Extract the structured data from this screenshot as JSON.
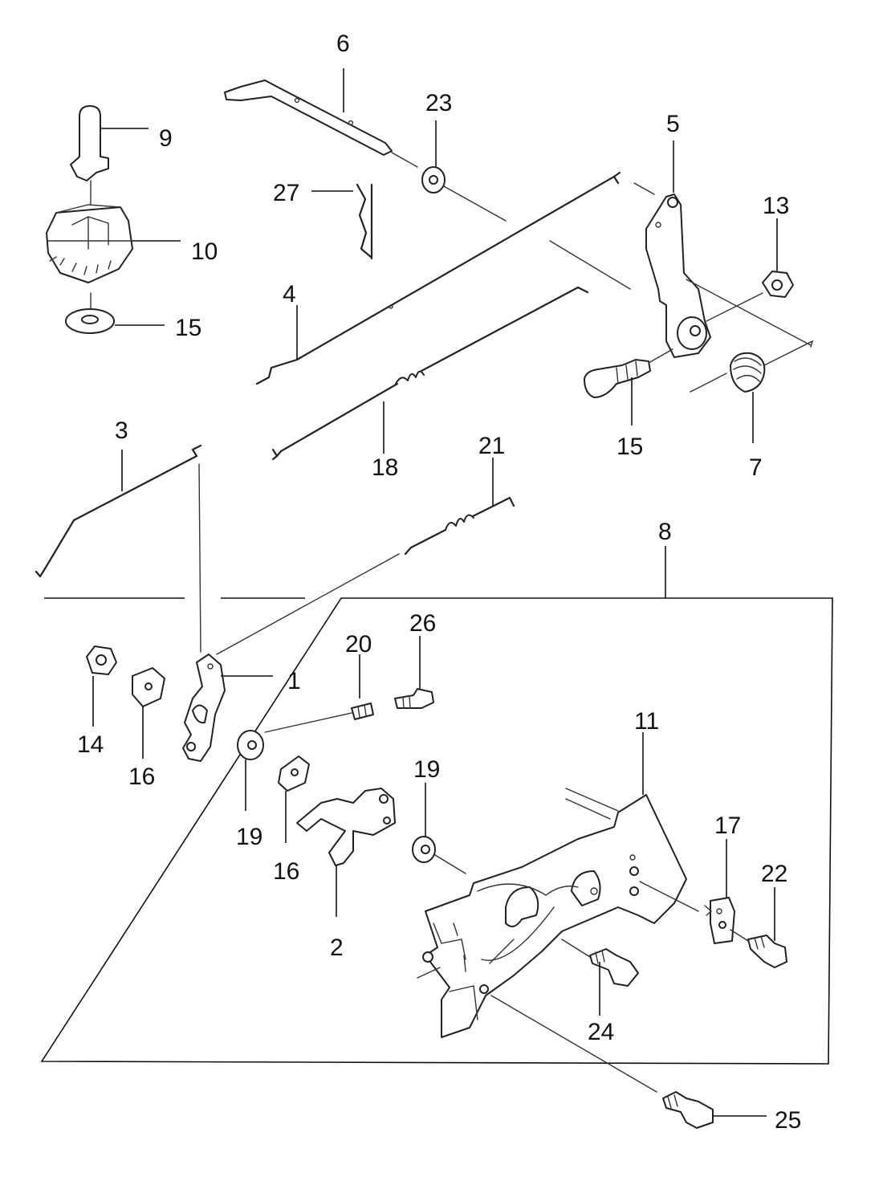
{
  "diagram": {
    "callouts": [
      "1",
      "2",
      "3",
      "4",
      "5",
      "6",
      "7",
      "8",
      "9",
      "10",
      "11",
      "13",
      "14",
      "15",
      "15",
      "16",
      "16",
      "17",
      "18",
      "19",
      "19",
      "20",
      "21",
      "22",
      "23",
      "24",
      "25",
      "26",
      "27"
    ]
  }
}
